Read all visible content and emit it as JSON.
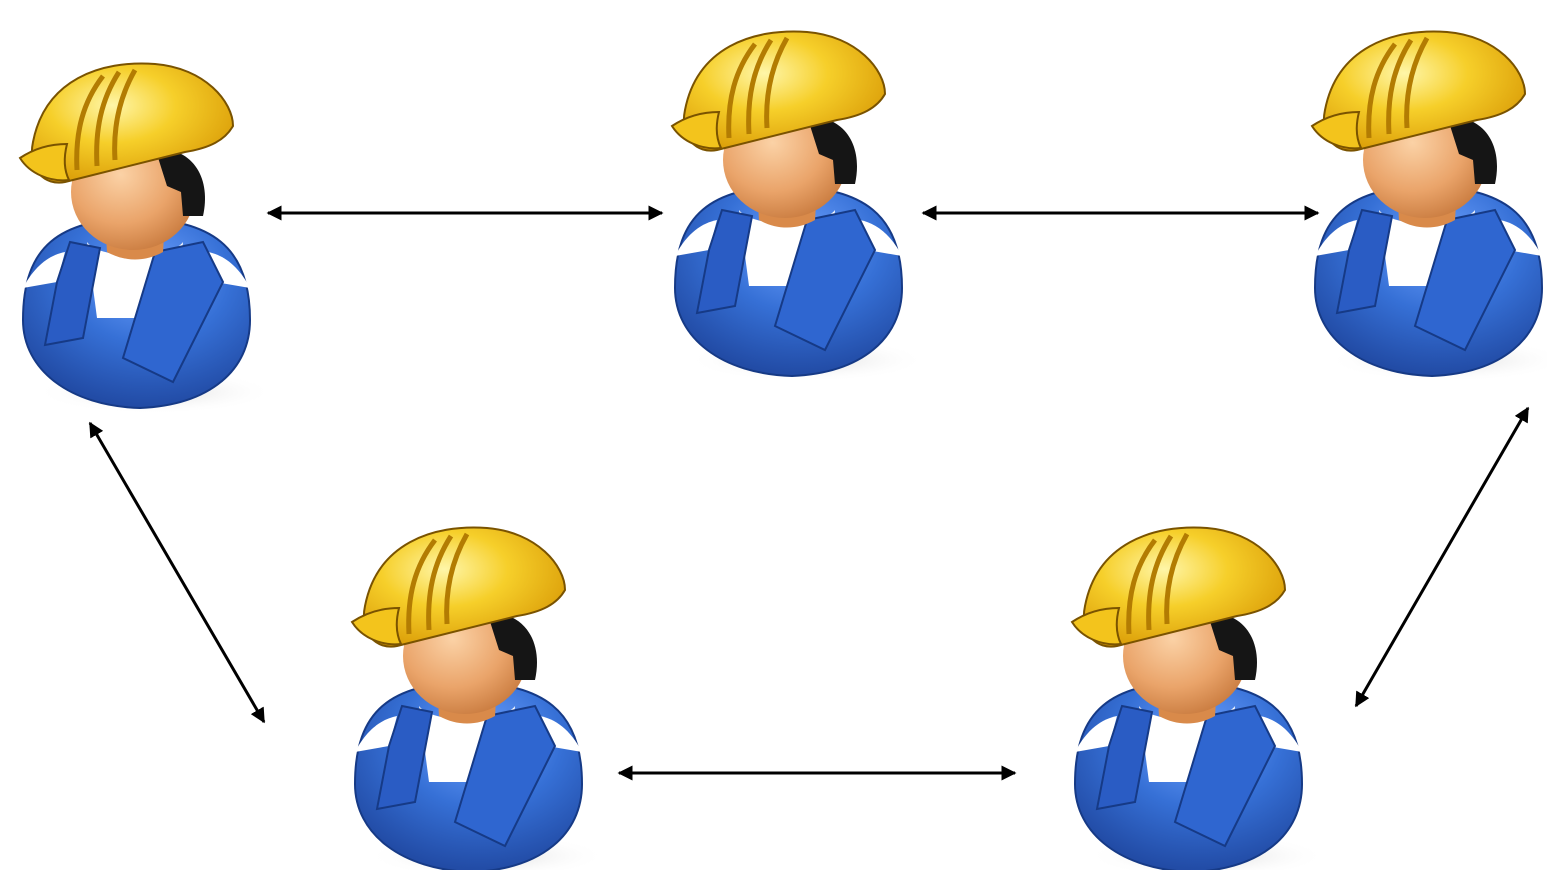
{
  "diagram": {
    "nodes": [
      {
        "id": "worker-1",
        "icon": "construction-worker-icon"
      },
      {
        "id": "worker-2",
        "icon": "construction-worker-icon"
      },
      {
        "id": "worker-3",
        "icon": "construction-worker-icon"
      },
      {
        "id": "worker-4",
        "icon": "construction-worker-icon"
      },
      {
        "id": "worker-5",
        "icon": "construction-worker-icon"
      }
    ],
    "edges": [
      {
        "from": "worker-1",
        "to": "worker-2",
        "direction": "both"
      },
      {
        "from": "worker-2",
        "to": "worker-3",
        "direction": "both"
      },
      {
        "from": "worker-1",
        "to": "worker-4",
        "direction": "both"
      },
      {
        "from": "worker-4",
        "to": "worker-5",
        "direction": "both"
      },
      {
        "from": "worker-5",
        "to": "worker-3",
        "direction": "both"
      }
    ],
    "colors": {
      "helmet": "#f2c21b",
      "helmet_shade": "#d89a08",
      "skin": "#e9a56a",
      "hair": "#151515",
      "overalls": "#2f63c9",
      "overalls_shade": "#1d45a0",
      "shirt": "#ffffff",
      "arrow": "#000000"
    }
  }
}
